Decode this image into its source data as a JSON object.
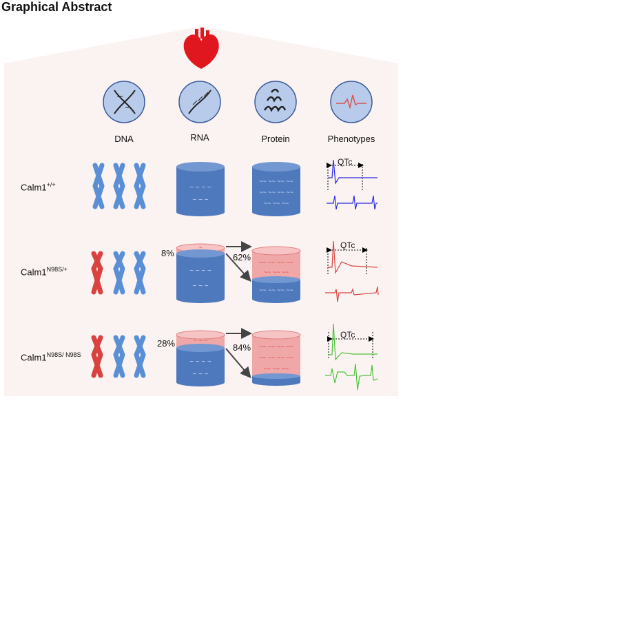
{
  "title": "Graphical Abstract",
  "columns": [
    "DNA",
    "RNA",
    "Protein",
    "Phenotypes"
  ],
  "rows": [
    {
      "label_base": "Calm1",
      "label_sup": "+/+",
      "rna_mutant_pct": "",
      "protein_mutant_pct": ""
    },
    {
      "label_base": "Calm1",
      "label_sup": "N98S/+",
      "rna_mutant_pct": "8%",
      "protein_mutant_pct": "62%"
    },
    {
      "label_base": "Calm1",
      "label_sup": "N98S/ N98S",
      "rna_mutant_pct": "28%",
      "protein_mutant_pct": "84%"
    }
  ],
  "qtc_label": "QTc",
  "colors": {
    "background_panel": "#fbf3f2",
    "chromosome_wt": "#5a8fd6",
    "chromosome_mut": "#d9423f",
    "cylinder_blue": "#4f79bd",
    "cylinder_pink": "#f0a7a7",
    "heart": "#e0171f",
    "ecg_wt": "#2a2ae0",
    "ecg_het": "#d9423f",
    "ecg_hom": "#4cc23a"
  },
  "icons": [
    "heart-icon",
    "dna-icon",
    "rna-icon",
    "protein-icon",
    "ecg-icon"
  ]
}
